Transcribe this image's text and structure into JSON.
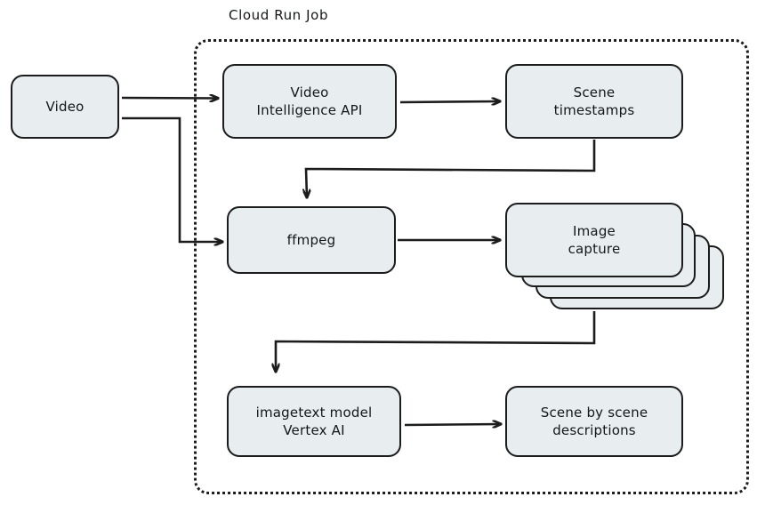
{
  "diagram": {
    "title": "Cloud Run Job",
    "colors": {
      "node_fill": "#e8edf0",
      "node_stroke": "#1c1c1c",
      "connector": "#1c1c1c",
      "background": "#ffffff"
    },
    "nodes": [
      {
        "id": "video",
        "label_lines": [
          "Video"
        ],
        "shape": "rounded-rect",
        "inside_container": false
      },
      {
        "id": "video-intel-api",
        "label_lines": [
          "Video",
          "Intelligence API"
        ],
        "shape": "rounded-rect",
        "inside_container": true
      },
      {
        "id": "scene-timestamps",
        "label_lines": [
          "Scene",
          "timestamps"
        ],
        "shape": "rounded-rect",
        "inside_container": true
      },
      {
        "id": "ffmpeg",
        "label_lines": [
          "ffmpeg"
        ],
        "shape": "rounded-rect",
        "inside_container": true
      },
      {
        "id": "image-capture",
        "label_lines": [
          "Image",
          "capture"
        ],
        "shape": "stacked-rect",
        "stack_count": 4,
        "inside_container": true
      },
      {
        "id": "imagetext-model",
        "label_lines": [
          "imagetext model",
          "Vertex AI"
        ],
        "shape": "rounded-rect",
        "inside_container": true
      },
      {
        "id": "scene-descriptions",
        "label_lines": [
          "Scene by scene",
          "descriptions"
        ],
        "shape": "rounded-rect",
        "inside_container": true
      }
    ],
    "edges": [
      {
        "from": "video",
        "to": "video-intel-api",
        "style": "straight-arrow"
      },
      {
        "from": "video",
        "to": "ffmpeg",
        "style": "elbow-arrow"
      },
      {
        "from": "video-intel-api",
        "to": "scene-timestamps",
        "style": "straight-arrow"
      },
      {
        "from": "scene-timestamps",
        "to": "ffmpeg",
        "style": "elbow-arrow"
      },
      {
        "from": "ffmpeg",
        "to": "image-capture",
        "style": "straight-arrow"
      },
      {
        "from": "image-capture",
        "to": "imagetext-model",
        "style": "elbow-arrow"
      },
      {
        "from": "imagetext-model",
        "to": "scene-descriptions",
        "style": "straight-arrow"
      }
    ]
  }
}
